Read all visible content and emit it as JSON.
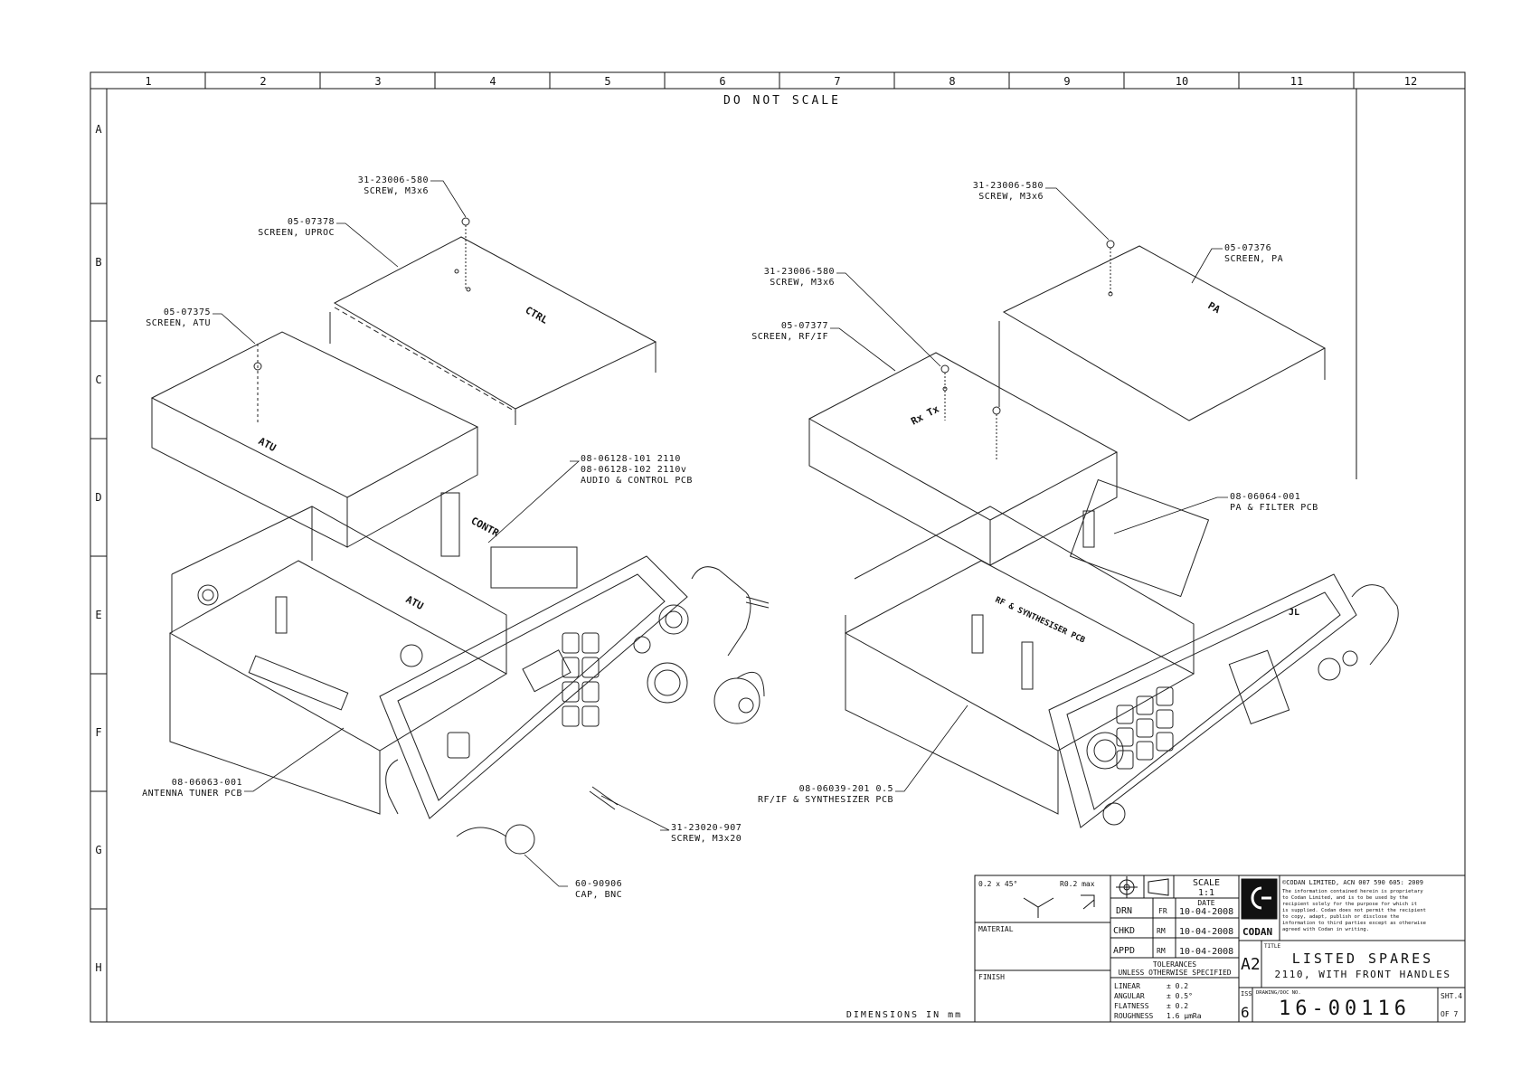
{
  "sheet": {
    "do_not_scale": "DO NOT SCALE",
    "dimensions_note": "DIMENSIONS IN mm",
    "col_zones": [
      "1",
      "2",
      "3",
      "4",
      "5",
      "6",
      "7",
      "8",
      "9",
      "10",
      "11",
      "12"
    ],
    "row_zones": [
      "A",
      "B",
      "C",
      "D",
      "E",
      "F",
      "G",
      "H"
    ]
  },
  "callouts": {
    "screw_left_top": [
      "31-23006-580",
      "SCREW, M3x6"
    ],
    "screen_uproc": [
      "05-07378",
      "SCREEN, UPROC"
    ],
    "screen_atu": [
      "05-07375",
      "SCREEN, ATU"
    ],
    "audio_pcb": [
      "08-06128-101 2110",
      "08-06128-102 2110v",
      "AUDIO & CONTROL PCB"
    ],
    "antenna_pcb": [
      "08-06063-001",
      "ANTENNA TUNER PCB"
    ],
    "screw_m3x20": [
      "31-23020-907",
      "SCREW, M3x20"
    ],
    "cap_bnc": [
      "60-90906",
      "CAP, BNC"
    ],
    "screw_right_top": [
      "31-23006-580",
      "SCREW, M3x6"
    ],
    "screen_pa": [
      "05-07376",
      "SCREEN, PA"
    ],
    "screw_right_mid": [
      "31-23006-580",
      "SCREW, M3x6"
    ],
    "screen_rfif": [
      "05-07377",
      "SCREEN, RF/IF"
    ],
    "pa_pcb": [
      "08-06064-001",
      "PA & FILTER PCB"
    ],
    "rfif_pcb": [
      "08-06039-201  0.5",
      "RF/IF & SYNTHESIZER PCB"
    ]
  },
  "part_labels": {
    "ctrl": "CTRL",
    "atu": "ATU",
    "atu2": "ATU",
    "control": "CONTR",
    "pa": "PA",
    "rxtx": "Rx Tx",
    "synth": "RF & SYNTHESISER PCB",
    "jl": "JL"
  },
  "title_block": {
    "chamfer": "0.2 x 45°",
    "radius": "R0.2 max",
    "scale_label": "SCALE",
    "scale_value": "1:1",
    "date_label": "DATE",
    "drn": "DRN",
    "drn_by": "FR",
    "drn_date": "10-04-2008",
    "chkd": "CHKD",
    "chkd_by": "RM",
    "chkd_date": "10-04-2008",
    "appd": "APPD",
    "appd_by": "RM",
    "appd_date": "10-04-2008",
    "material": "MATERIAL",
    "finish": "FINISH",
    "tolerances_title": "TOLERANCES",
    "tolerances_sub": "UNLESS OTHERWISE SPECIFIED",
    "tol_rows": [
      [
        "LINEAR",
        "± 0.2"
      ],
      [
        "ANGULAR",
        "± 0.5°"
      ],
      [
        "FLATNESS",
        "± 0.2"
      ],
      [
        "ROUGHNESS",
        "1.6 μmRa"
      ]
    ],
    "company": "CODAN",
    "copyright": "©CODAN LIMITED, ACN 007 590 605:   2009",
    "notice": [
      "The information contained herein is proprietary",
      "to Codan Limited, and is to be used by the",
      "recipient solely for the purpose for which it",
      "is supplied. Codan does not permit the recipient",
      "to copy, adapt, publish or disclose the",
      "information to third parties except as otherwise",
      "agreed with Codan in writing."
    ],
    "size": "A2",
    "title_label": "TITLE",
    "title_line1": "LISTED SPARES",
    "title_line2": "2110, WITH FRONT HANDLES",
    "iss_label": "ISS",
    "iss_value": "6",
    "docno_label": "DRAWING/DOC NO.",
    "docno": "16-00116",
    "sht_label": "SHT.4",
    "sht_of": "OF 7"
  }
}
